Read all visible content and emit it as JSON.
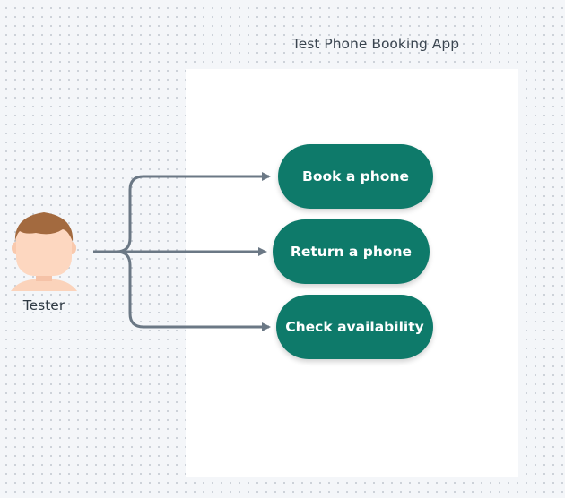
{
  "system": {
    "title": "Test Phone Booking App"
  },
  "actor": {
    "label": "Tester",
    "icon": "person-avatar-icon"
  },
  "use_cases": [
    {
      "label": "Book a phone"
    },
    {
      "label": "Return a phone"
    },
    {
      "label": "Check availability"
    }
  ],
  "colors": {
    "background": "#f4f6f9",
    "usecase_fill": "#0e7a6a",
    "connector": "#6b7885",
    "boundary_fill": "#ffffff"
  }
}
